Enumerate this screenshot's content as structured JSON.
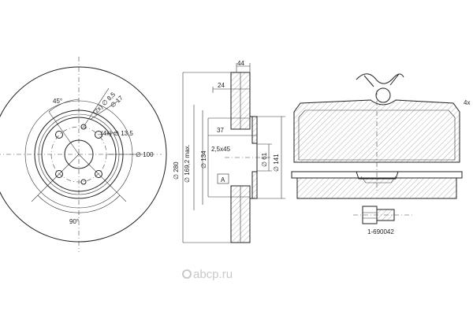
{
  "disc_front": {
    "angle_top": "45°",
    "angle_bottom": "90°",
    "hole_small": "(2x) ∅ 8,5",
    "hole_17": "∅ 17",
    "bolt_holes": "(4x) ∅ 13,5",
    "pcd": "∅ 100"
  },
  "disc_section": {
    "width_total": "44",
    "width_24": "24",
    "width_37": "37",
    "chamfer": "2,5x45",
    "dia_outer": "∅ 280",
    "dia_169": "∅ 169,2 max.",
    "dia_134": "∅ 134",
    "dia_61": "∅ 61",
    "dia_141": "∅ 141",
    "section_label": "A"
  },
  "pad": {
    "quantity": "4x",
    "bolt_part": "1-690042"
  },
  "watermark": "abcp.ru"
}
